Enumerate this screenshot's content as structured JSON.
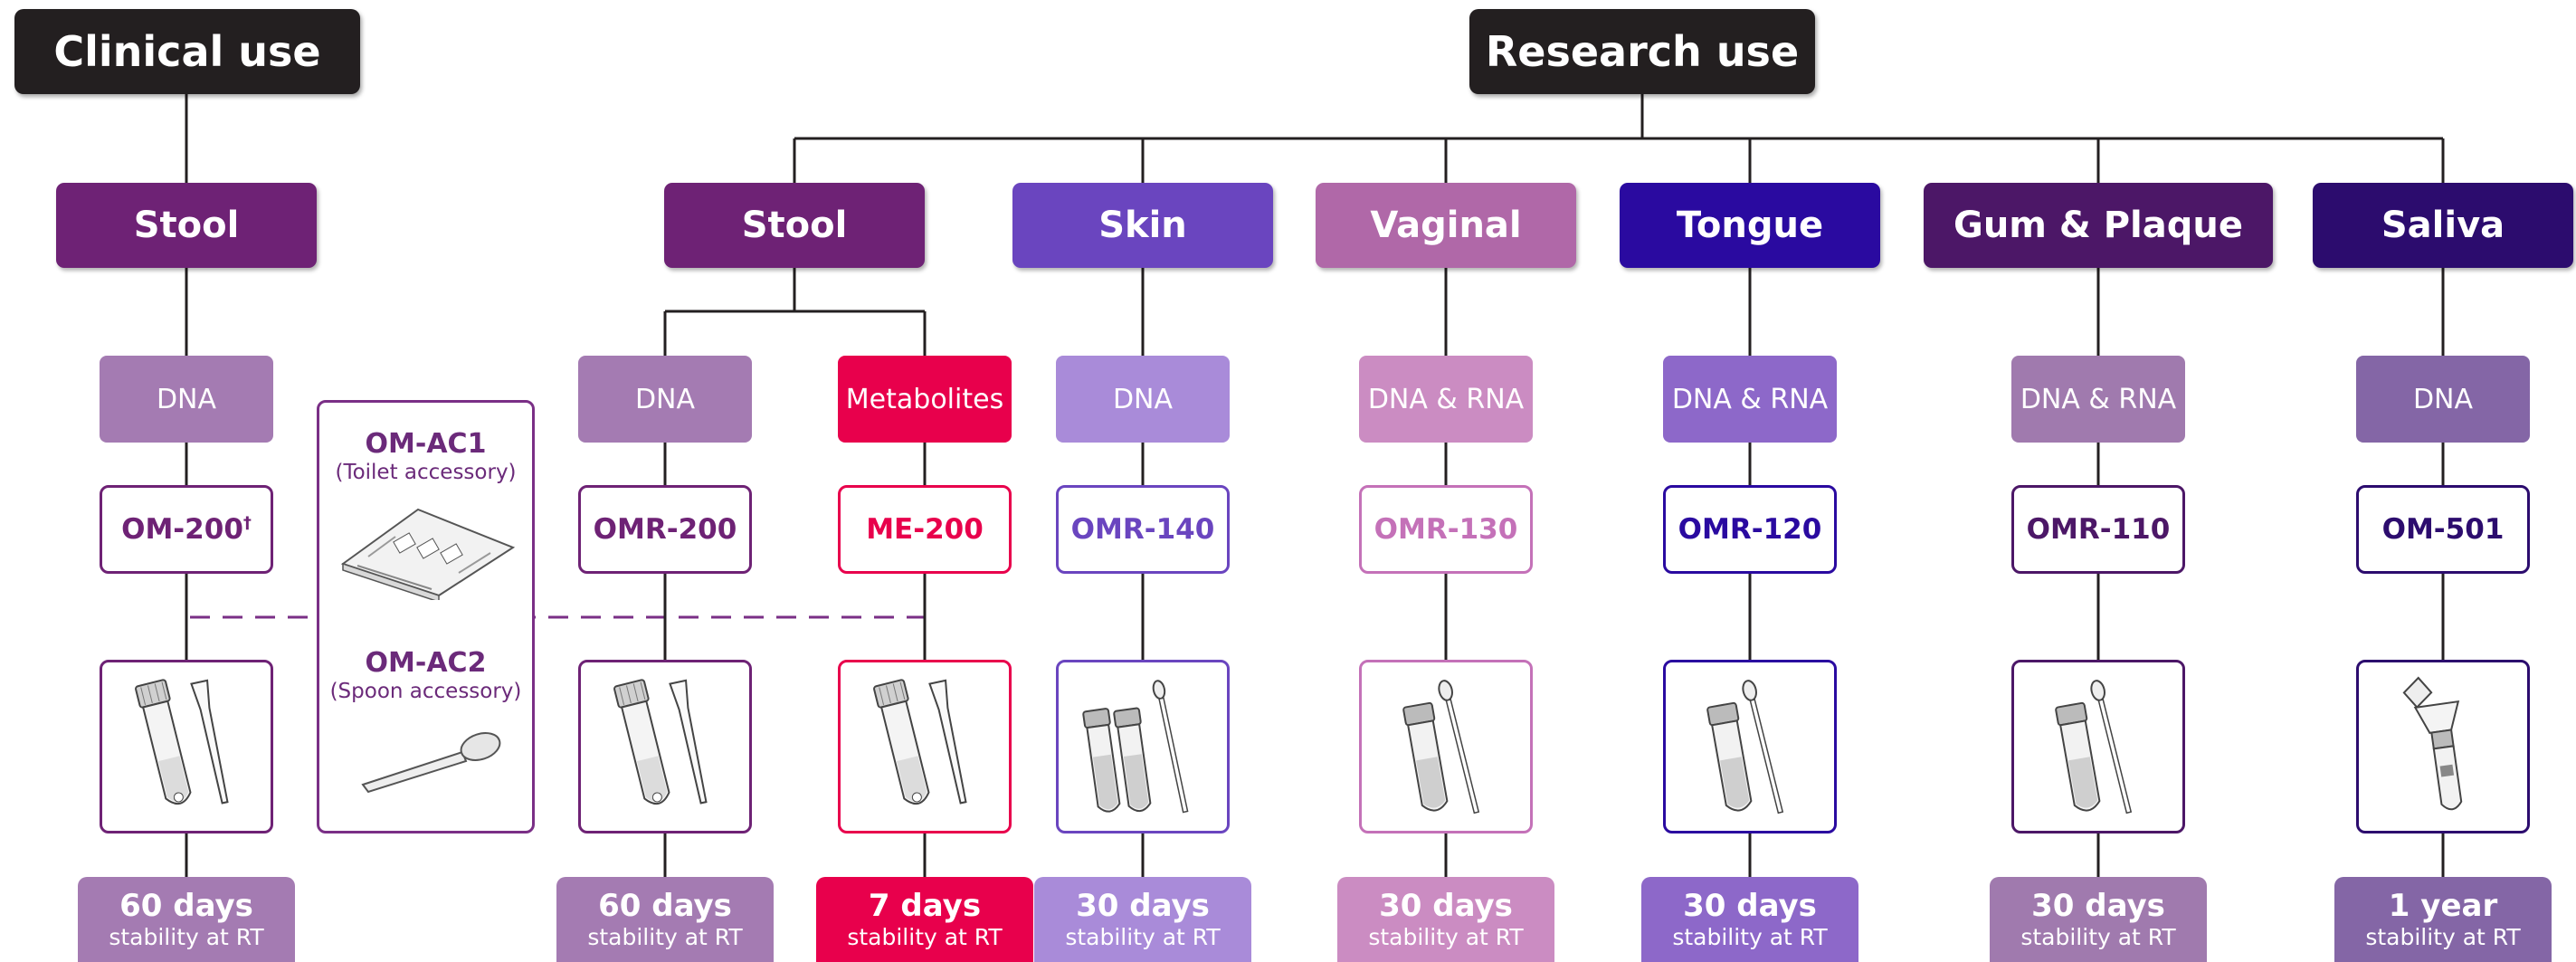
{
  "groups": {
    "clinical": "Clinical use",
    "research": "Research use"
  },
  "categories": [
    {
      "label": "Stool",
      "color": "#6e2275"
    },
    {
      "label": "Stool",
      "color": "#6e2275"
    },
    {
      "label": "Skin",
      "color": "#6a45bf"
    },
    {
      "label": "Vaginal",
      "color": "#b068a8"
    },
    {
      "label": "Tongue",
      "color": "#2a0aa0"
    },
    {
      "label": "Gum & Plaque",
      "color": "#4c1767"
    },
    {
      "label": "Saliva",
      "color": "#2c0c6e"
    }
  ],
  "analytes": [
    {
      "label": "DNA",
      "color": "#a47bb2"
    },
    {
      "label": "DNA",
      "color": "#a47bb2"
    },
    {
      "label": "Metabolites",
      "color": "#e8004c"
    },
    {
      "label": "DNA",
      "color": "#a98bd9"
    },
    {
      "label": "DNA & RNA",
      "color": "#cb8cc2"
    },
    {
      "label": "DNA & RNA",
      "color": "#8d68c9"
    },
    {
      "label": "DNA & RNA",
      "color": "#a07aae"
    },
    {
      "label": "DNA",
      "color": "#8466a6"
    }
  ],
  "products": [
    {
      "label": "OM-200",
      "mark": "†",
      "color": "#6e2275"
    },
    {
      "label": "OMR-200",
      "mark": "",
      "color": "#6e2275"
    },
    {
      "label": "ME-200",
      "mark": "",
      "color": "#e8004c"
    },
    {
      "label": "OMR-140",
      "mark": "",
      "color": "#6a45bf"
    },
    {
      "label": "OMR-130",
      "mark": "",
      "color": "#c471b8"
    },
    {
      "label": "OMR-120",
      "mark": "",
      "color": "#2a0aa0"
    },
    {
      "label": "OMR-110",
      "mark": "",
      "color": "#4c1767"
    },
    {
      "label": "OM-501",
      "mark": "",
      "color": "#2c0c6e"
    }
  ],
  "devices": [
    {
      "icon": "tube-and-spatula-icon",
      "color": "#6e2275"
    },
    {
      "icon": "tube-and-spatula-icon",
      "color": "#6e2275"
    },
    {
      "icon": "tube-and-spatula-icon",
      "color": "#e8004c"
    },
    {
      "icon": "two-tubes-and-swab-icon",
      "color": "#6a45bf"
    },
    {
      "icon": "tube-and-swab-icon",
      "color": "#c471b8"
    },
    {
      "icon": "tube-and-swab-icon",
      "color": "#2a0aa0"
    },
    {
      "icon": "tube-and-swab-icon",
      "color": "#4c1767"
    },
    {
      "icon": "saliva-funnel-tube-icon",
      "color": "#2c0c6e"
    }
  ],
  "stability": [
    {
      "days": "60 days",
      "note": "stability at RT",
      "color": "#a47bb2"
    },
    {
      "days": "60 days",
      "note": "stability at RT",
      "color": "#a47bb2"
    },
    {
      "days": "7 days",
      "note": "stability at RT",
      "color": "#e8004c"
    },
    {
      "days": "30 days",
      "note": "stability at RT",
      "color": "#a98bd9"
    },
    {
      "days": "30 days",
      "note": "stability at RT",
      "color": "#cb8cc2"
    },
    {
      "days": "30 days",
      "note": "stability at RT",
      "color": "#8d68c9"
    },
    {
      "days": "30 days",
      "note": "stability at RT",
      "color": "#a07aae"
    },
    {
      "days": "1 year",
      "note": "stability at RT",
      "color": "#8466a6"
    }
  ],
  "accessories": {
    "ac1": {
      "title": "OM-AC1",
      "subtitle": "(Toilet accessory)",
      "icon": "toilet-accessory-sheet-icon"
    },
    "ac2": {
      "title": "OM-AC2",
      "subtitle": "(Spoon accessory)",
      "icon": "spoon-icon"
    }
  },
  "colors": {
    "line": "#231f20",
    "dash": "#7a2f86"
  }
}
